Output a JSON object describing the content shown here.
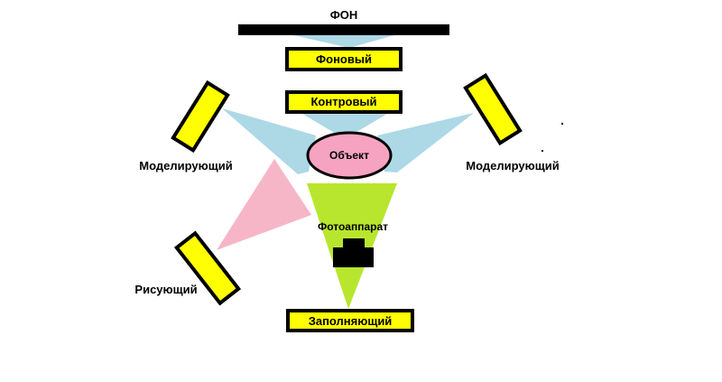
{
  "colors": {
    "background": "#ffffff",
    "light_box": "#ffff00",
    "light_outline": "#000000",
    "backdrop_bar": "#000000",
    "beam_blue": "#add8e6",
    "beam_pink": "#f7b6c8",
    "beam_green": "#b8e62e",
    "object_fill": "#f5a3c0",
    "camera": "#000000"
  },
  "labels": {
    "backdrop": "ФОН",
    "background_light": "Фоновый",
    "rim_light": "Контровый",
    "object": "Объект",
    "modeling_left": "Моделирующий",
    "modeling_right": "Моделирующий",
    "camera": "Фотоаппарат",
    "drawing_light": "Рисующий",
    "fill_light": "Заполняющий"
  }
}
